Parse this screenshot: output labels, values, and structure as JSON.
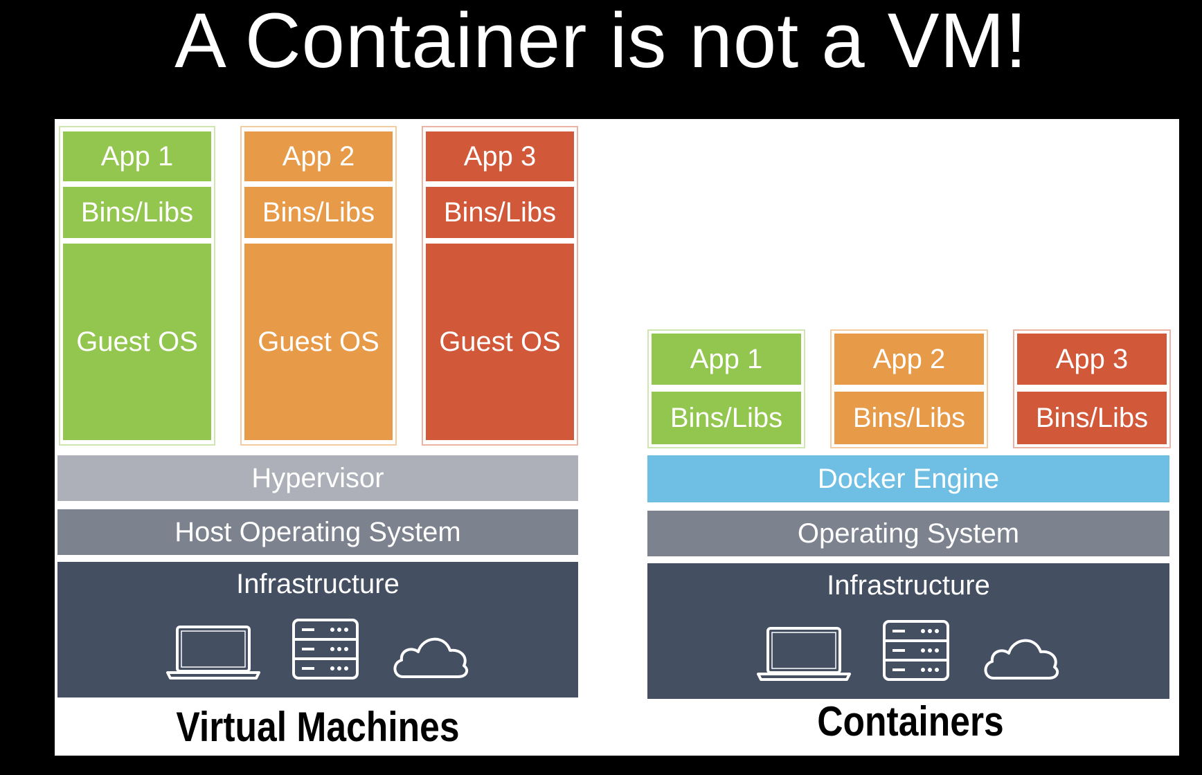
{
  "title": "A Container is not a VM!",
  "colors": {
    "green": "#93c64f",
    "orange": "#e79a47",
    "red": "#d2583a",
    "hypervisor": "#adb0b8",
    "os": "#7d828f",
    "docker": "#6fbfe4",
    "infrastructure": "#444f62"
  },
  "vm": {
    "apps": [
      {
        "app": "App 1",
        "libs": "Bins/Libs",
        "os": "Guest OS",
        "color": "green"
      },
      {
        "app": "App 2",
        "libs": "Bins/Libs",
        "os": "Guest OS",
        "color": "orange"
      },
      {
        "app": "App 3",
        "libs": "Bins/Libs",
        "os": "Guest OS",
        "color": "red"
      }
    ],
    "hypervisor": "Hypervisor",
    "host_os": "Host Operating System",
    "infrastructure": "Infrastructure",
    "icons": [
      "laptop-icon",
      "server-icon",
      "cloud-icon"
    ],
    "caption": "Virtual Machines"
  },
  "containers": {
    "apps": [
      {
        "app": "App 1",
        "libs": "Bins/Libs",
        "color": "green"
      },
      {
        "app": "App 2",
        "libs": "Bins/Libs",
        "color": "orange"
      },
      {
        "app": "App 3",
        "libs": "Bins/Libs",
        "color": "red"
      }
    ],
    "engine": "Docker Engine",
    "os": "Operating System",
    "infrastructure": "Infrastructure",
    "icons": [
      "laptop-icon",
      "server-icon",
      "cloud-icon"
    ],
    "caption": "Containers"
  }
}
